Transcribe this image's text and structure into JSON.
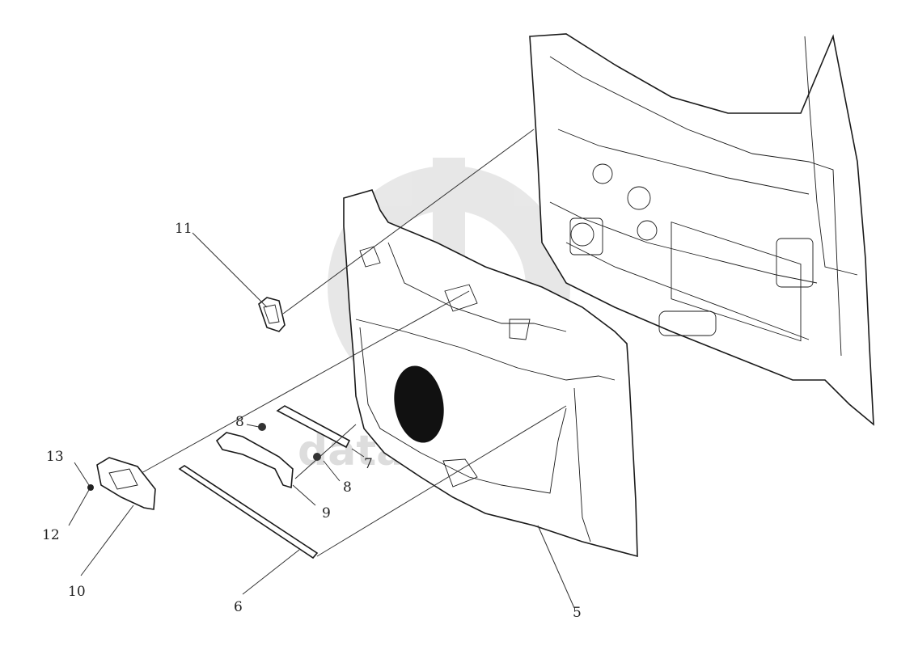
{
  "watermark": {
    "text": "data-parts"
  },
  "callouts": [
    {
      "id": "11",
      "label": "11"
    },
    {
      "id": "8a",
      "label": "8"
    },
    {
      "id": "7",
      "label": "7"
    },
    {
      "id": "8b",
      "label": "8"
    },
    {
      "id": "9",
      "label": "9"
    },
    {
      "id": "13",
      "label": "13"
    },
    {
      "id": "12",
      "label": "12"
    },
    {
      "id": "10",
      "label": "10"
    },
    {
      "id": "6",
      "label": "6"
    },
    {
      "id": "5",
      "label": "5"
    }
  ]
}
